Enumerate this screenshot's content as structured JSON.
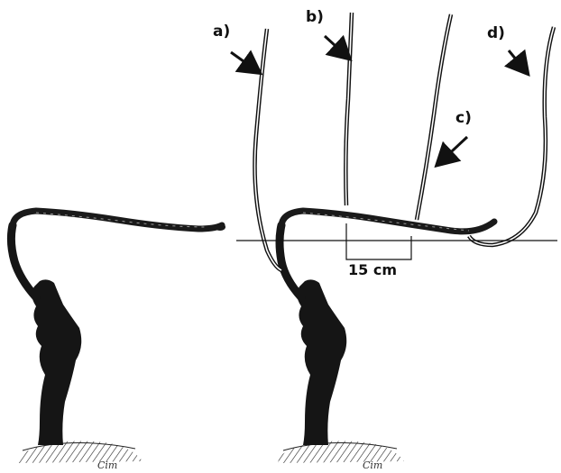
{
  "labels": {
    "a": "a)",
    "b": "b)",
    "c": "c)",
    "d": "d)"
  },
  "measurement": "15 cm",
  "colors": {
    "ink": "#111111",
    "background": "#ffffff"
  }
}
